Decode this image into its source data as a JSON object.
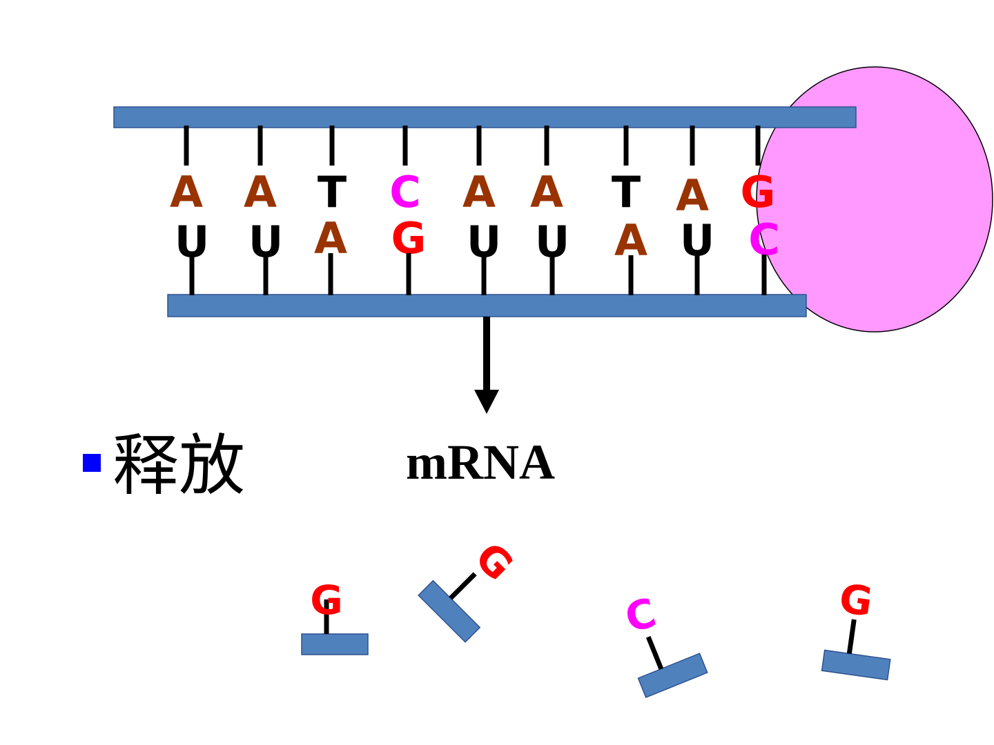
{
  "colors": {
    "strand": "#4f81bd",
    "polymerase": "#ff99ff",
    "A": "#993300",
    "U": "#000000",
    "T": "#000000",
    "C": "#ff00ff",
    "G": "#ff0000",
    "bullet": "#0000ff"
  },
  "dna_bases": [
    "A",
    "A",
    "T",
    "C",
    "A",
    "A",
    "T",
    "A",
    "G"
  ],
  "rna_bases": [
    "U",
    "U",
    "A",
    "G",
    "U",
    "U",
    "A",
    "U",
    "C"
  ],
  "bullet": {
    "text": "释放"
  },
  "mrna_label": "mRNA",
  "free_nucleotides": [
    "G",
    "G",
    "C",
    "G"
  ],
  "icons": {
    "arrow": "arrow-down-icon",
    "bullet": "square-bullet-icon"
  }
}
